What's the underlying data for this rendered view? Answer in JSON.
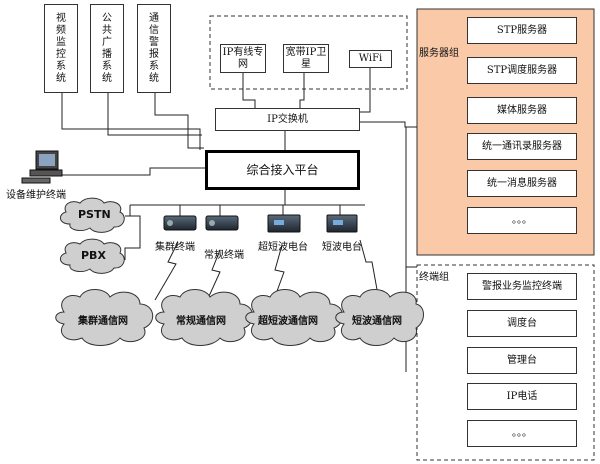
{
  "top_systems": [
    "视频监控系统",
    "公共广播系统",
    "通信警报系统"
  ],
  "network_access": [
    "IP有线专网",
    "宽带IP卫星",
    "WiFi"
  ],
  "ip_switch": "IP交换机",
  "platform": "综合接入平台",
  "maintenance_terminal": "设备维护终端",
  "pstn": "PSTN",
  "pbx": "PBX",
  "radios": [
    "集群终端",
    "常规终端",
    "超短波电台",
    "短波电台"
  ],
  "clouds": [
    "集群通信网",
    "常规通信网",
    "超短波通信网",
    "短波通信网"
  ],
  "server_group": {
    "title": "服务器组",
    "items": [
      "STP服务器",
      "STP调度服务器",
      "媒体服务器",
      "统一通讯录服务器",
      "统一消息服务器",
      "。。。"
    ],
    "fill": "#f9c9a8"
  },
  "terminal_group": {
    "title": "终端组",
    "items": [
      "警报业务监控终端",
      "调度台",
      "管理台",
      "IP电话",
      "。。。"
    ]
  }
}
